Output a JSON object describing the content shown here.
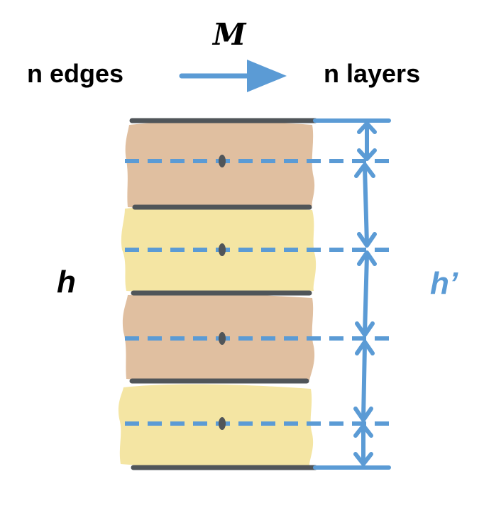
{
  "header": {
    "left_label": "n edges",
    "operator": "M",
    "right_label": "n layers"
  },
  "side_labels": {
    "left": "h",
    "right": "h’"
  },
  "colors": {
    "text": "#000000",
    "accent": "#5b9bd5",
    "edge_line": "#505559",
    "layer_brown": "#e0bfa0",
    "layer_yellow": "#f4e5a3"
  },
  "layers": [
    {
      "fill": "brown"
    },
    {
      "fill": "yellow"
    },
    {
      "fill": "brown"
    },
    {
      "fill": "yellow"
    }
  ]
}
